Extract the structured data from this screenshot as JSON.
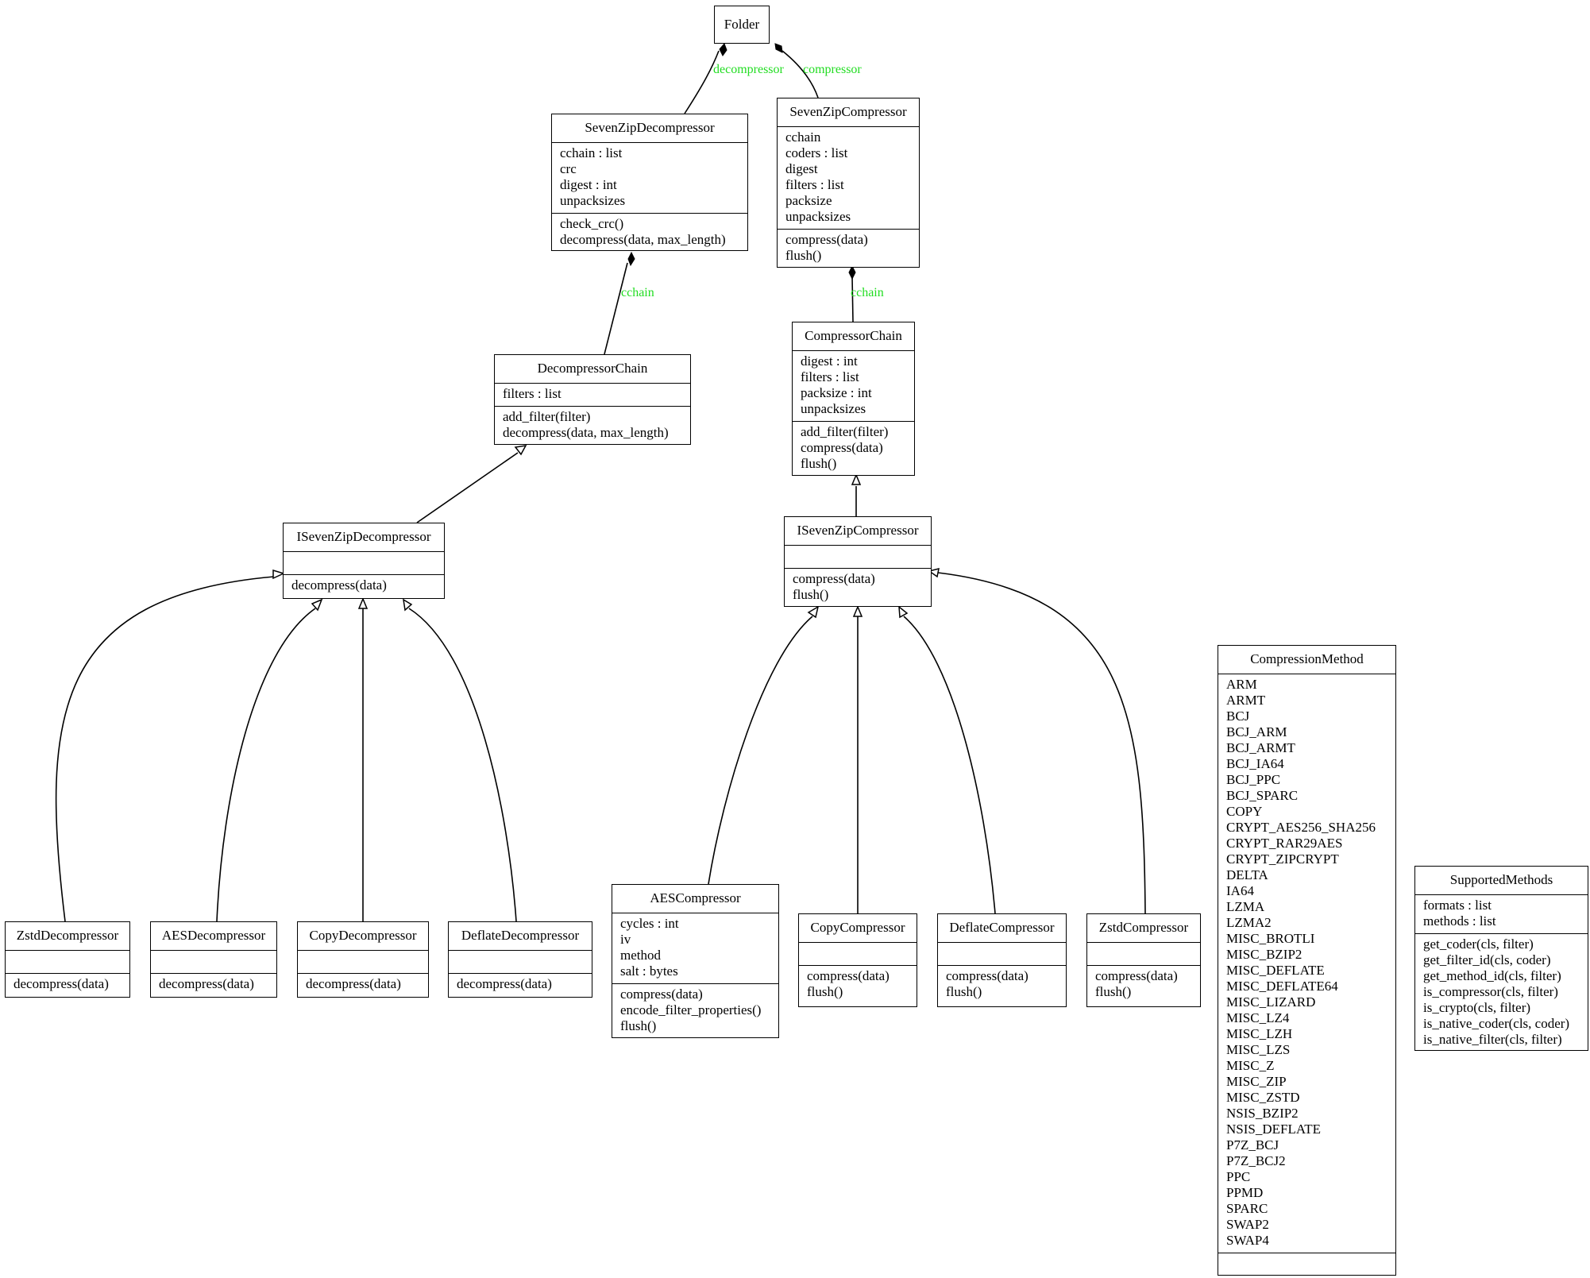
{
  "label_color": "#22dd22",
  "folder": {
    "name": "Folder"
  },
  "edges": {
    "decompressor": "decompressor",
    "compressor": "compressor",
    "cchain_left": "cchain",
    "cchain_right": "cchain"
  },
  "seven_zip_decompressor": {
    "name": "SevenZipDecompressor",
    "attributes": [
      "cchain : list",
      "crc",
      "digest : int",
      "unpacksizes"
    ],
    "methods": [
      "check_crc()",
      "decompress(data, max_length)"
    ]
  },
  "seven_zip_compressor": {
    "name": "SevenZipCompressor",
    "attributes": [
      "cchain",
      "coders : list",
      "digest",
      "filters : list",
      "packsize",
      "unpacksizes"
    ],
    "methods": [
      "compress(data)",
      "flush()"
    ]
  },
  "decompressor_chain": {
    "name": "DecompressorChain",
    "attributes": [
      "filters : list"
    ],
    "methods": [
      "add_filter(filter)",
      "decompress(data, max_length)"
    ]
  },
  "compressor_chain": {
    "name": "CompressorChain",
    "attributes": [
      "digest : int",
      "filters : list",
      "packsize : int",
      "unpacksizes"
    ],
    "methods": [
      "add_filter(filter)",
      "compress(data)",
      "flush()"
    ]
  },
  "i_seven_zip_decompressor": {
    "name": "ISevenZipDecompressor",
    "attributes": [],
    "methods": [
      "decompress(data)"
    ]
  },
  "i_seven_zip_compressor": {
    "name": "ISevenZipCompressor",
    "attributes": [],
    "methods": [
      "compress(data)",
      "flush()"
    ]
  },
  "zstd_decompressor": {
    "name": "ZstdDecompressor",
    "attributes": [],
    "methods": [
      "decompress(data)"
    ]
  },
  "aes_decompressor": {
    "name": "AESDecompressor",
    "attributes": [],
    "methods": [
      "decompress(data)"
    ]
  },
  "copy_decompressor": {
    "name": "CopyDecompressor",
    "attributes": [],
    "methods": [
      "decompress(data)"
    ]
  },
  "deflate_decompressor": {
    "name": "DeflateDecompressor",
    "attributes": [],
    "methods": [
      "decompress(data)"
    ]
  },
  "aes_compressor": {
    "name": "AESCompressor",
    "attributes": [
      "cycles : int",
      "iv",
      "method",
      "salt : bytes"
    ],
    "methods": [
      "compress(data)",
      "encode_filter_properties()",
      "flush()"
    ]
  },
  "copy_compressor": {
    "name": "CopyCompressor",
    "attributes": [],
    "methods": [
      "compress(data)",
      "flush()"
    ]
  },
  "deflate_compressor": {
    "name": "DeflateCompressor",
    "attributes": [],
    "methods": [
      "compress(data)",
      "flush()"
    ]
  },
  "zstd_compressor": {
    "name": "ZstdCompressor",
    "attributes": [],
    "methods": [
      "compress(data)",
      "flush()"
    ]
  },
  "compression_method": {
    "name": "CompressionMethod",
    "attributes": [
      "ARM",
      "ARMT",
      "BCJ",
      "BCJ_ARM",
      "BCJ_ARMT",
      "BCJ_IA64",
      "BCJ_PPC",
      "BCJ_SPARC",
      "COPY",
      "CRYPT_AES256_SHA256",
      "CRYPT_RAR29AES",
      "CRYPT_ZIPCRYPT",
      "DELTA",
      "IA64",
      "LZMA",
      "LZMA2",
      "MISC_BROTLI",
      "MISC_BZIP2",
      "MISC_DEFLATE",
      "MISC_DEFLATE64",
      "MISC_LIZARD",
      "MISC_LZ4",
      "MISC_LZH",
      "MISC_LZS",
      "MISC_Z",
      "MISC_ZIP",
      "MISC_ZSTD",
      "NSIS_BZIP2",
      "NSIS_DEFLATE",
      "P7Z_BCJ",
      "P7Z_BCJ2",
      "PPC",
      "PPMD",
      "SPARC",
      "SWAP2",
      "SWAP4"
    ],
    "methods": []
  },
  "supported_methods": {
    "name": "SupportedMethods",
    "attributes": [
      "formats : list",
      "methods : list"
    ],
    "methods": [
      "get_coder(cls, filter)",
      "get_filter_id(cls, coder)",
      "get_method_id(cls, filter)",
      "is_compressor(cls, filter)",
      "is_crypto(cls, filter)",
      "is_native_coder(cls, coder)",
      "is_native_filter(cls, filter)"
    ]
  }
}
